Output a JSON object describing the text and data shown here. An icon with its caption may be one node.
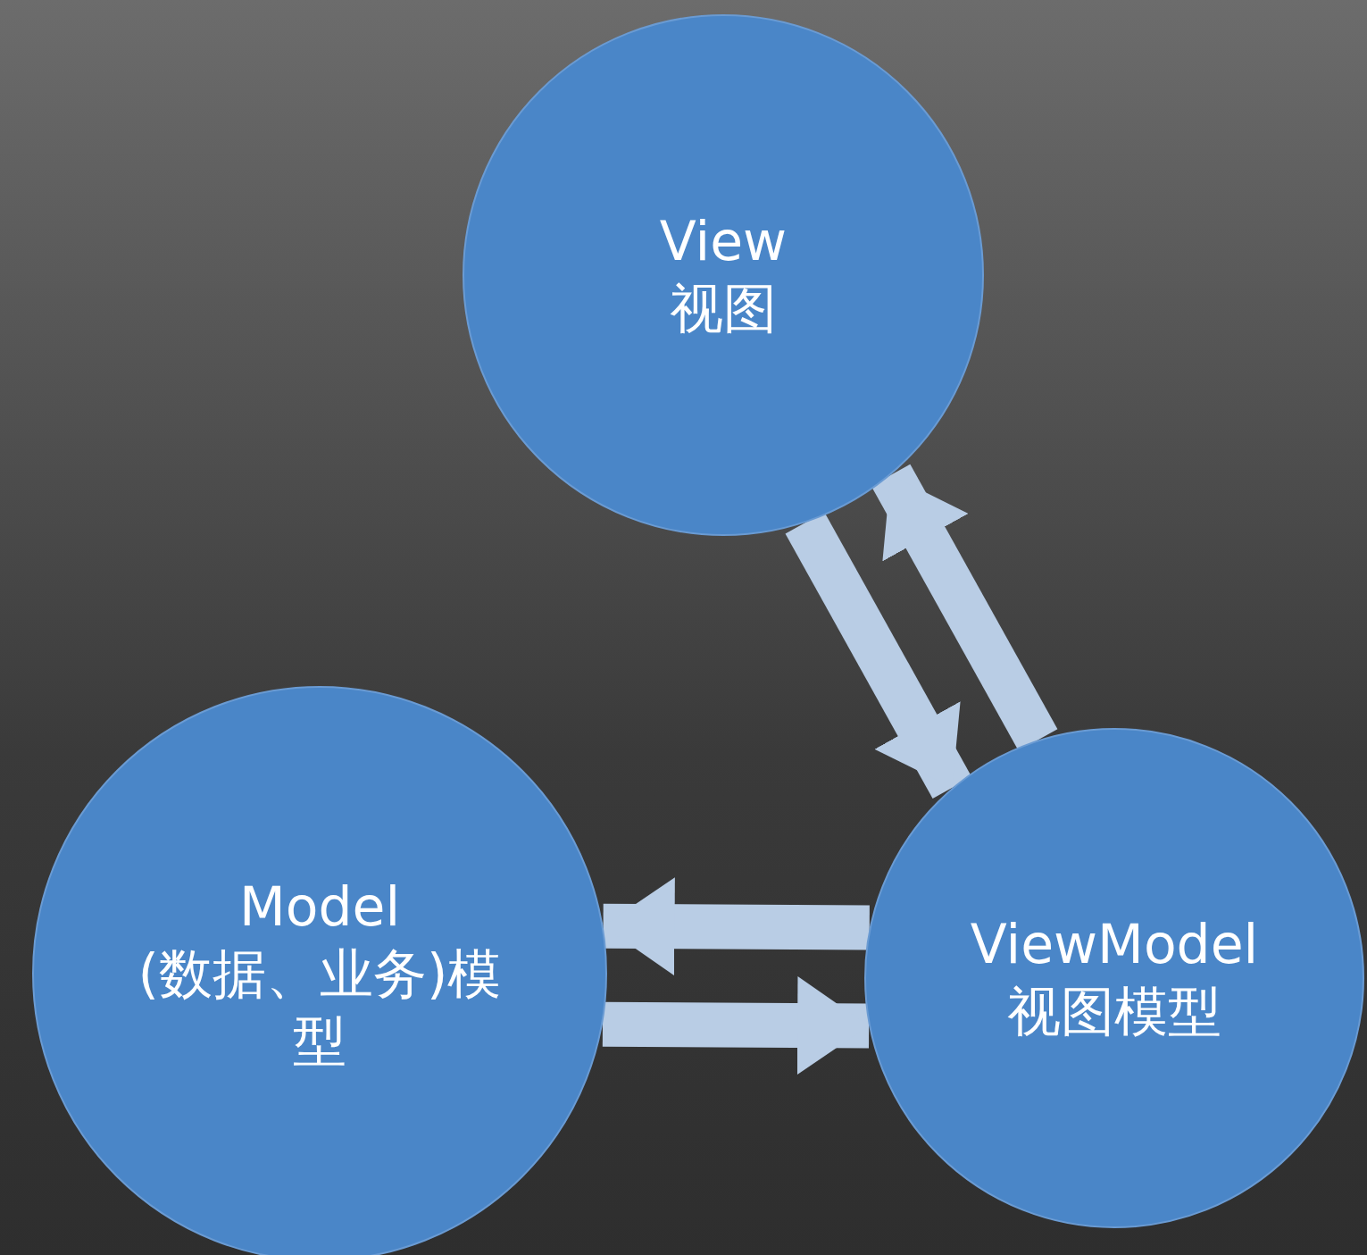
{
  "diagram": {
    "nodes": [
      {
        "text": [
          "View",
          "视图"
        ]
      },
      {
        "text": [
          "Model",
          "(数据、业务)模型"
        ]
      },
      {
        "text": [
          "ViewModel",
          "视图模型"
        ]
      }
    ],
    "edges": [
      {
        "from": 2,
        "to": 0,
        "arrow": "to"
      },
      {
        "from": 0,
        "to": 2,
        "arrow": "to"
      },
      {
        "from": 2,
        "to": 1,
        "arrow": "to"
      },
      {
        "from": 1,
        "to": 2,
        "arrow": "to"
      }
    ]
  }
}
